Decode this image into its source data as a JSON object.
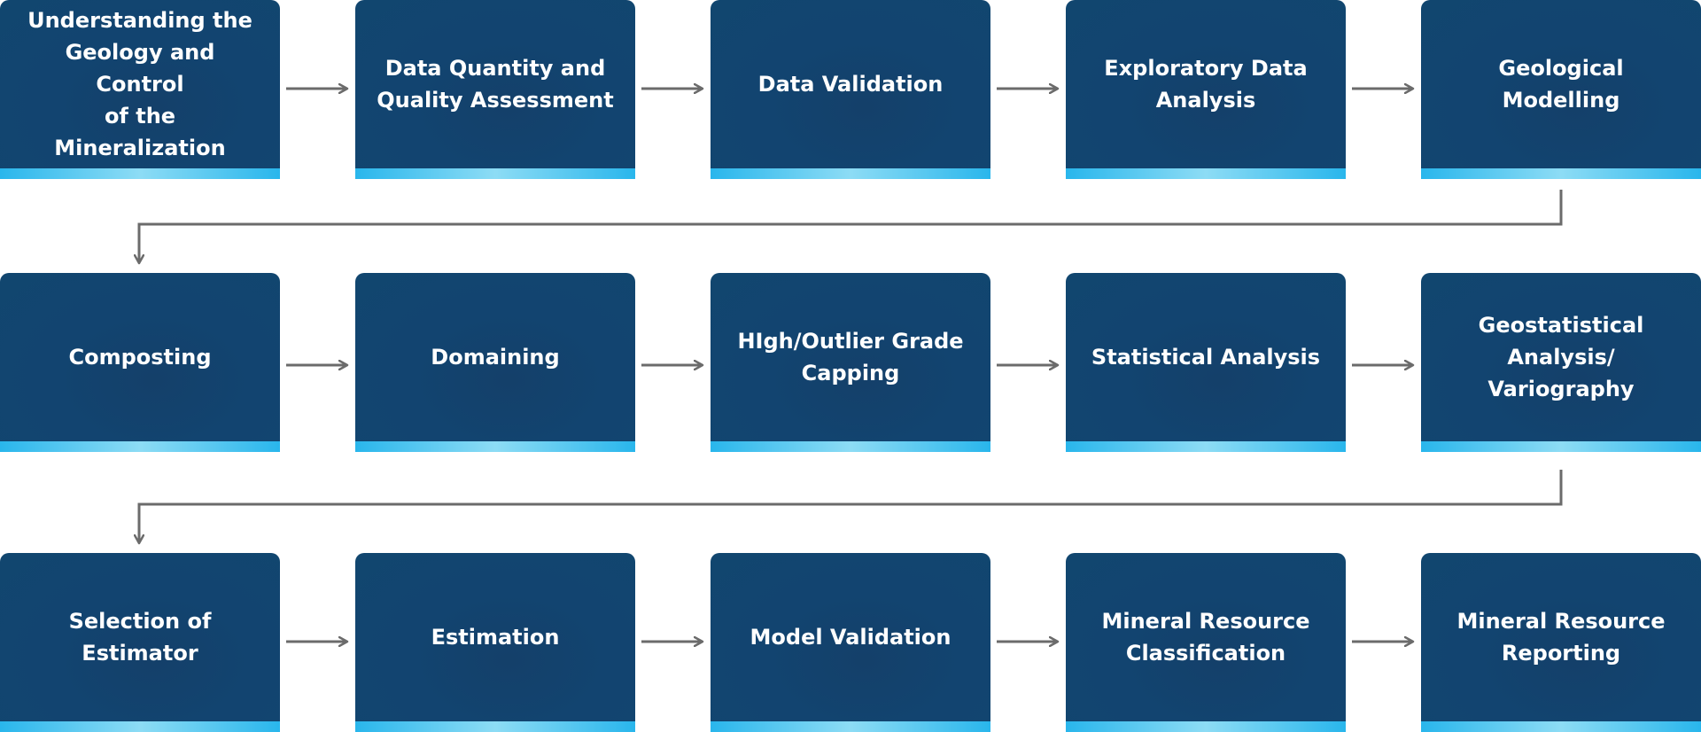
{
  "steps": [
    {
      "label": "Understanding the\nGeology and Control\nof the Mineralization"
    },
    {
      "label": "Data Quantity and\nQuality Assessment"
    },
    {
      "label": "Data Validation"
    },
    {
      "label": "Exploratory Data\nAnalysis"
    },
    {
      "label": "Geological\nModelling"
    },
    {
      "label": "Composting"
    },
    {
      "label": "Domaining"
    },
    {
      "label": "HIgh/Outlier Grade\nCapping"
    },
    {
      "label": "Statistical Analysis"
    },
    {
      "label": "Geostatistical\nAnalysis/\nVariography"
    },
    {
      "label": "Selection of\nEstimator"
    },
    {
      "label": "Estimation"
    },
    {
      "label": "Model Validation"
    },
    {
      "label": "Mineral Resource\nClassification"
    },
    {
      "label": "Mineral Resource\nReporting"
    }
  ],
  "colors": {
    "box": "#11466f",
    "accent": "#29b6ec",
    "arrow": "#6b6b6b",
    "text": "#ffffff"
  }
}
